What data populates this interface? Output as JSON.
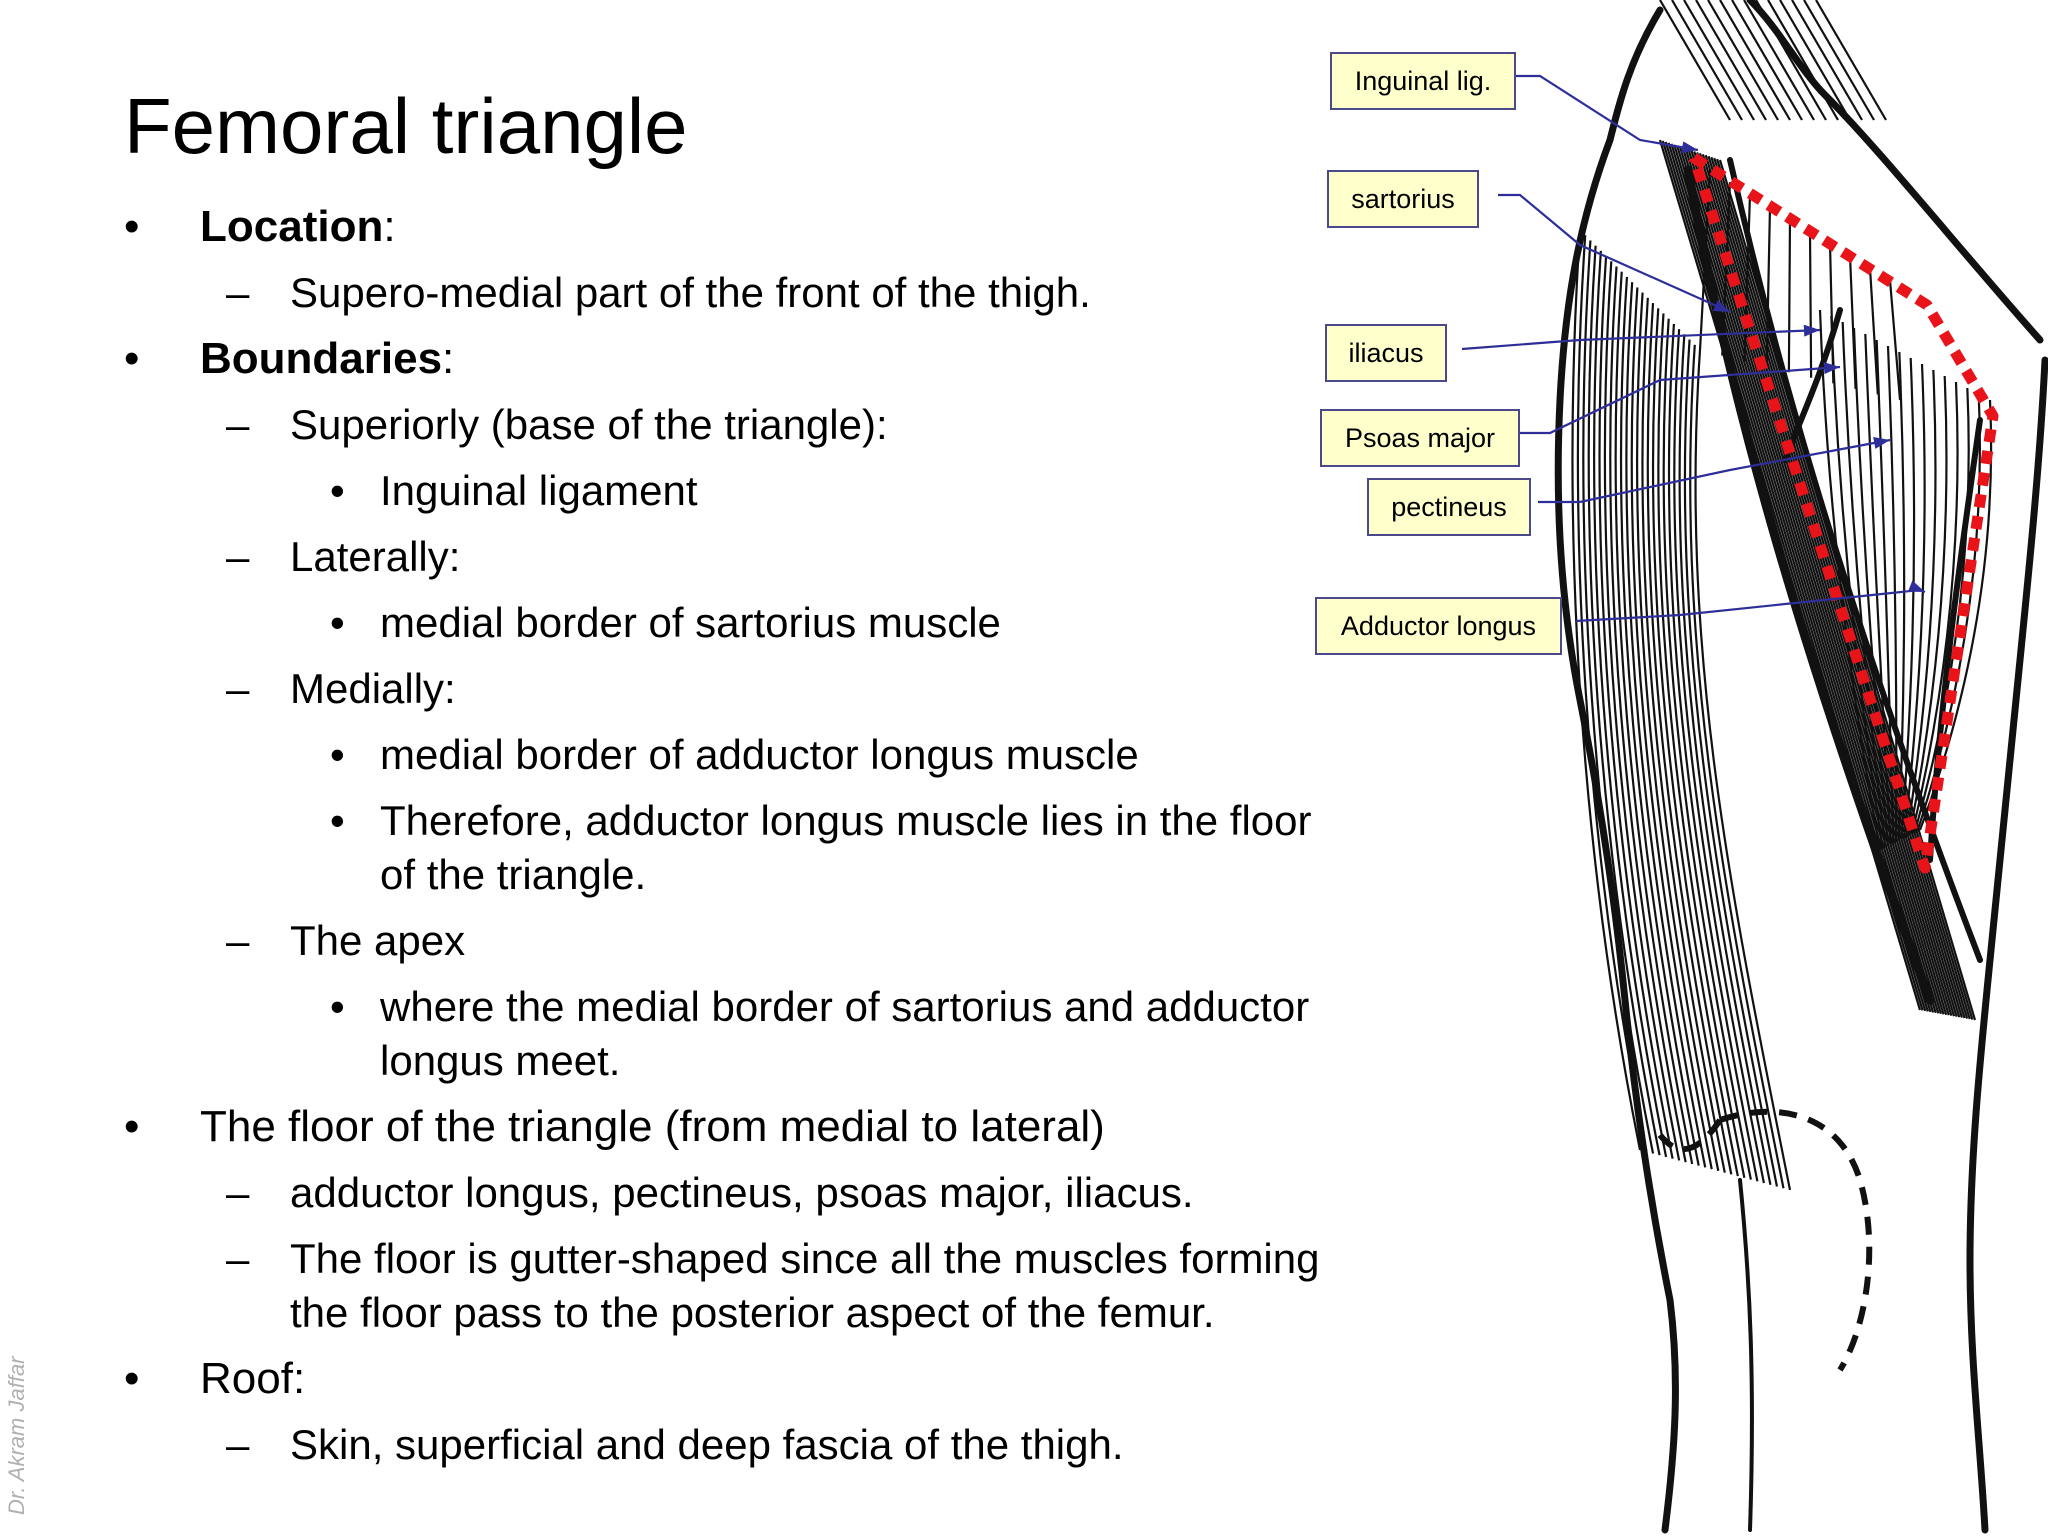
{
  "slide": {
    "title": "Femoral triangle",
    "watermark": "Dr. Akram Jaffar",
    "bullet_glyphs": {
      "level1": "•",
      "level2": "–",
      "level3": "•"
    },
    "bullets": [
      {
        "level": 1,
        "parts": [
          {
            "text": "Location",
            "bold": true
          },
          {
            "text": ":"
          }
        ]
      },
      {
        "level": 2,
        "text": "Supero-medial part of the front of the thigh."
      },
      {
        "level": 1,
        "parts": [
          {
            "text": "Boundaries",
            "bold": true
          },
          {
            "text": ":"
          }
        ]
      },
      {
        "level": 2,
        "text": "Superiorly (base of the triangle):"
      },
      {
        "level": 3,
        "text": "Inguinal ligament"
      },
      {
        "level": 2,
        "text": "Laterally:"
      },
      {
        "level": 3,
        "text": "medial border of sartorius muscle"
      },
      {
        "level": 2,
        "text": "Medially:"
      },
      {
        "level": 3,
        "text": "medial border of adductor longus muscle"
      },
      {
        "level": 3,
        "text": "Therefore, adductor longus muscle lies in the floor"
      },
      {
        "level": 3,
        "continuation": true,
        "text": "of the triangle."
      },
      {
        "level": 2,
        "text": "The apex"
      },
      {
        "level": 3,
        "text": "where the medial border of sartorius and adductor"
      },
      {
        "level": 3,
        "continuation": true,
        "text": "longus meet."
      },
      {
        "level": 1,
        "text": "The floor of the triangle (from medial to lateral)"
      },
      {
        "level": 2,
        "text": "adductor longus, pectineus, psoas major, iliacus."
      },
      {
        "level": 2,
        "text": "The floor is gutter-shaped since all the muscles forming"
      },
      {
        "level": 2,
        "continuation": true,
        "text": "the floor pass to the posterior aspect of the femur."
      },
      {
        "level": 1,
        "text": "Roof:"
      },
      {
        "level": 2,
        "text": "Skin, superficial and deep fascia of the thigh."
      }
    ]
  },
  "figure": {
    "labels": [
      {
        "id": "inguinal",
        "text": "Inguinal lig."
      },
      {
        "id": "sartorius",
        "text": "sartorius"
      },
      {
        "id": "iliacus",
        "text": "iliacus"
      },
      {
        "id": "psoas",
        "text": "Psoas major"
      },
      {
        "id": "pectineus",
        "text": "pectineus"
      },
      {
        "id": "adductor",
        "text": "Adductor longus"
      }
    ],
    "colors": {
      "triangle_outline": "#e8141a",
      "leader_lines": "#2e2e9a",
      "label_fill": "#ffffcc",
      "ink": "#111111"
    }
  }
}
